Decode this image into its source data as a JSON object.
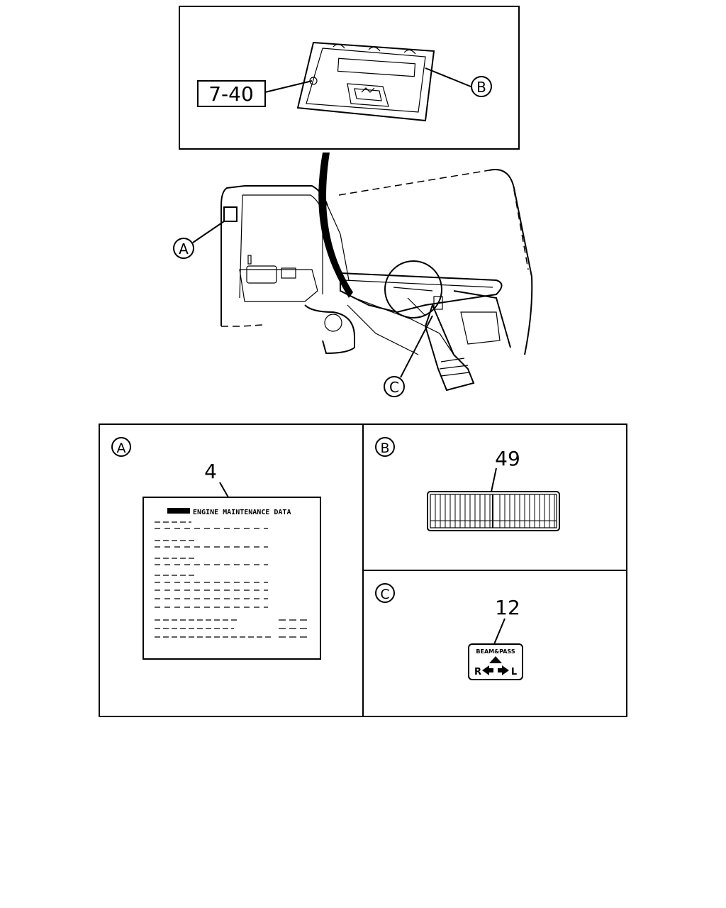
{
  "callouts": {
    "ref_box": "7-40",
    "a": "A",
    "b": "B",
    "c": "C"
  },
  "panels": {
    "a": {
      "letter": "A",
      "part_number": "4",
      "label_title": "ENGINE MAINTENANCE DATA"
    },
    "b": {
      "letter": "B",
      "part_number": "49"
    },
    "c": {
      "letter": "C",
      "part_number": "12",
      "switch_text": "BEAM&PASS",
      "left_letter": "R",
      "right_letter": "L"
    }
  },
  "colors": {
    "line": "#000000",
    "background": "#ffffff"
  }
}
